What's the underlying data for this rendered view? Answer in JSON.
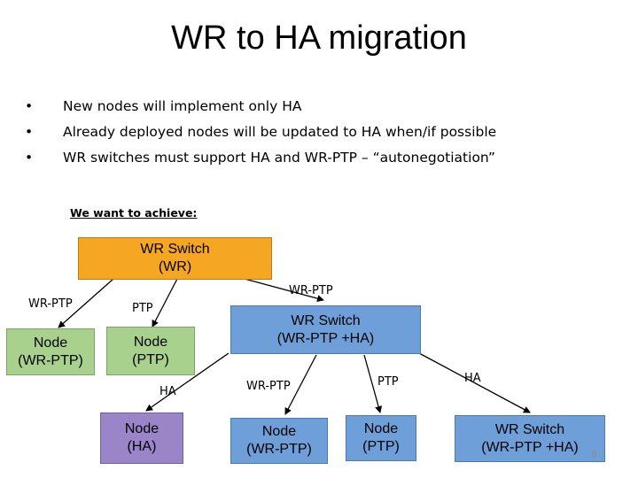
{
  "slide": {
    "title": "WR to HA migration",
    "bullets": [
      "New nodes will implement only HA",
      "Already deployed nodes will be updated to HA when/if possible",
      "WR switches must support HA and WR-PTP – “autonegotiation”"
    ],
    "goal_heading": "We want to achieve:",
    "page_number": "8"
  },
  "diagram": {
    "nodes": {
      "root_switch": {
        "line1": "WR Switch",
        "line2": "(WR)",
        "color": "#F5A623"
      },
      "node_wrptp": {
        "line1": "Node",
        "line2": "(WR-PTP)",
        "color": "#A9D18E"
      },
      "node_ptp": {
        "line1": "Node",
        "line2": "(PTP)",
        "color": "#A9D18E"
      },
      "mid_switch": {
        "line1": "WR Switch",
        "line2": "(WR-PTP +HA)",
        "color": "#6F9FD8"
      },
      "node_ha": {
        "line1": "Node",
        "line2": "(HA)",
        "color": "#9A85C8"
      },
      "leaf_node_wrptp": {
        "line1": "Node",
        "line2": "(WR-PTP)",
        "color": "#6F9FD8"
      },
      "leaf_node_ptp": {
        "line1": "Node",
        "line2": "(PTP)",
        "color": "#6F9FD8"
      },
      "leaf_switch": {
        "line1": "WR Switch",
        "line2": "(WR-PTP +HA)",
        "color": "#6F9FD8"
      }
    },
    "edge_labels": {
      "root_to_node_wrptp": "WR-PTP",
      "root_to_node_ptp": "PTP",
      "root_to_mid_switch": "WR-PTP",
      "ptp_to_ha": "HA",
      "mid_to_leaf_wrptp": "WR-PTP",
      "mid_to_leaf_ptp": "PTP",
      "mid_to_leaf_switch": "HA"
    }
  }
}
